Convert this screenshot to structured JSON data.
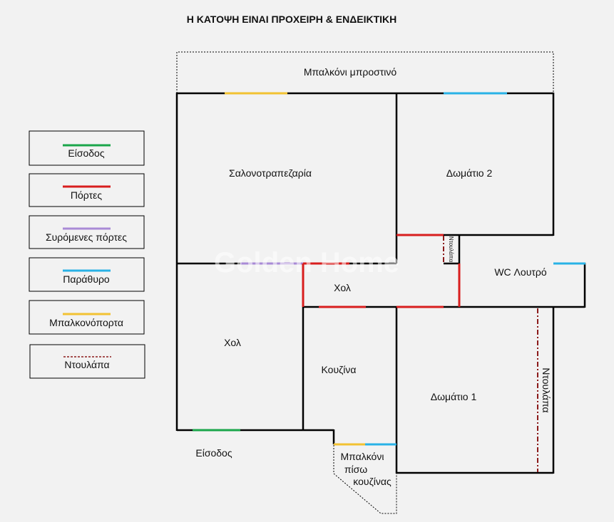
{
  "title": "Η ΚΑΤΟΨΗ ΕΙΝΑΙ ΠΡΟΧΕΙΡΗ & ΕΝΔΕΙΚΤΙΚΗ",
  "watermark": "Golden Home",
  "legend": [
    {
      "label": "Είσοδος",
      "color": "#1aa64a"
    },
    {
      "label": "Πόρτες",
      "color": "#d81e1e"
    },
    {
      "label": "Συρόμενες πόρτες",
      "color": "#a98bd6"
    },
    {
      "label": "Παράθυρο",
      "color": "#29b2e6"
    },
    {
      "label": "Μπαλκονόπορτα",
      "color": "#f2c232"
    },
    {
      "label": "Ντουλάπα",
      "color": "#8b1a1a"
    }
  ],
  "rooms": {
    "front_balcony": "Μπαλκόνι μπροστινό",
    "living_dining": "Σαλονοτραπεζαρία",
    "bedroom2": "Δωμάτιο 2",
    "small_closet": "Ντουλάπα",
    "bathroom": "WC Λουτρό",
    "hall_center": "Χολ",
    "hall_left": "Χολ",
    "kitchen": "Κουζίνα",
    "bedroom1": "Δωμάτιο 1",
    "closet_bedroom1": "Ντουλάπα",
    "entrance": "Είσοδος",
    "back_balcony": [
      "Μπαλκόνι",
      "πίσω",
      "κουζίνας"
    ]
  }
}
